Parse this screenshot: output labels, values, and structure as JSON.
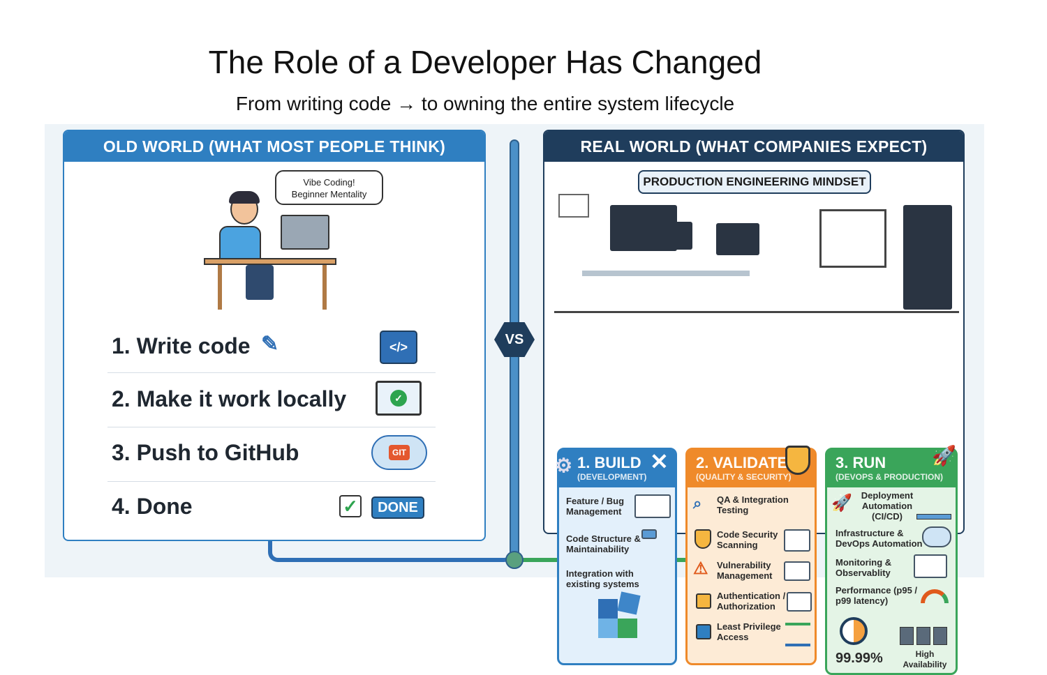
{
  "slide": {
    "title": "The Role of a Developer Has Changed",
    "subtitle": "From writing code → to owning the entire system lifecycle"
  },
  "old_world": {
    "header": "OLD WORLD (WHAT MOST PEOPLE THINK)",
    "speech_bubble": [
      "Vibe Coding!",
      "Beginner Mentality"
    ],
    "steps": [
      {
        "label": "1. Write code",
        "icon": "code-window-icon"
      },
      {
        "label": "2. Make it work locally",
        "icon": "laptop-check-icon"
      },
      {
        "label": "3. Push to GitHub",
        "icon": "git-cloud-icon",
        "badge": "GIT"
      },
      {
        "label": "4. Done",
        "icon": "done-button-icon",
        "badge": "DONE"
      }
    ]
  },
  "vs_label": "VS",
  "real_world": {
    "header": "REAL WORLD (WHAT COMPANIES EXPECT)",
    "mindset": "PRODUCTION ENGINEERING MINDSET",
    "columns": [
      {
        "title": "1. BUILD",
        "subtitle": "(DEVELOPMENT)",
        "color": "#2f7fc1",
        "bg": "#e3f0fb",
        "items": [
          "Feature / Bug Management",
          "Code Structure & Maintainability",
          "Integration with existing systems"
        ]
      },
      {
        "title": "2. VALIDATE",
        "subtitle": "(QUALITY & SECURITY)",
        "color": "#ef8a2a",
        "bg": "#fdebd6",
        "items": [
          "QA & Integration Testing",
          "Code Security Scanning",
          "Vulnerability Management",
          "Authentication / Authorization",
          "Least Privilege Access"
        ]
      },
      {
        "title": "3. RUN",
        "subtitle": "(DEVOPS & PRODUCTION)",
        "color": "#3aa55a",
        "bg": "#e4f4e6",
        "items": [
          "Deployment Automation (CI/CD)",
          "Infrastructure & DevOps Automation",
          "Monitoring & Observablity",
          "Performance (p95 / p99 latency)"
        ],
        "uptime": "99.99%",
        "availability": "High Availability"
      }
    ]
  }
}
